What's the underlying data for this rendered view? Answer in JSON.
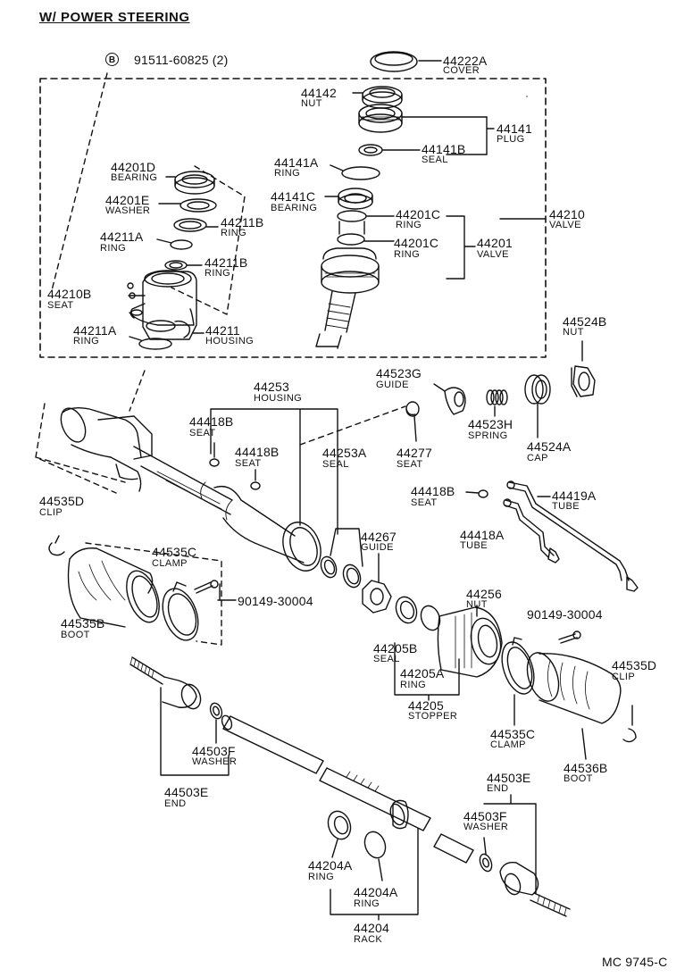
{
  "title": "W/ POWER STEERING",
  "badge": "B",
  "ref_code": "MC 9745-C",
  "parts": [
    {
      "num": "91511-60825 (2)"
    },
    {
      "num": "44222A",
      "name": "COVER"
    },
    {
      "num": "44142",
      "name": "NUT"
    },
    {
      "num": "44141",
      "name": "PLUG"
    },
    {
      "num": "44141B",
      "name": "SEAL"
    },
    {
      "num": "44141A",
      "name": "RING"
    },
    {
      "num": "44141C",
      "name": "BEARING"
    },
    {
      "num": "44201C",
      "name": "RING"
    },
    {
      "num": "44201C",
      "name": "RING"
    },
    {
      "num": "44201",
      "name": "VALVE"
    },
    {
      "num": "44210",
      "name": "VALVE"
    },
    {
      "num": "44201D",
      "name": "BEARING"
    },
    {
      "num": "44201E",
      "name": "WASHER"
    },
    {
      "num": "44211B",
      "name": "RING"
    },
    {
      "num": "44211A",
      "name": "RING"
    },
    {
      "num": "44211B",
      "name": "RING"
    },
    {
      "num": "44210B",
      "name": "SEAT"
    },
    {
      "num": "44211A",
      "name": "RING"
    },
    {
      "num": "44211",
      "name": "HOUSING"
    },
    {
      "num": "44524B",
      "name": "NUT"
    },
    {
      "num": "44523G",
      "name": "GUIDE"
    },
    {
      "num": "44253",
      "name": "HOUSING"
    },
    {
      "num": "44418B",
      "name": "SEAT"
    },
    {
      "num": "44418B",
      "name": "SEAT"
    },
    {
      "num": "44253A",
      "name": "SEAL"
    },
    {
      "num": "44277",
      "name": "SEAT"
    },
    {
      "num": "44523H",
      "name": "SPRING"
    },
    {
      "num": "44524A",
      "name": "CAP"
    },
    {
      "num": "44418B",
      "name": "SEAT"
    },
    {
      "num": "44419A",
      "name": "TUBE"
    },
    {
      "num": "44418A",
      "name": "TUBE"
    },
    {
      "num": "44535D",
      "name": "CLIP"
    },
    {
      "num": "44535C",
      "name": "CLAMP"
    },
    {
      "num": "44267",
      "name": "GUIDE"
    },
    {
      "num": "90149-30004"
    },
    {
      "num": "44535B",
      "name": "BOOT"
    },
    {
      "num": "44256",
      "name": "NUT"
    },
    {
      "num": "90149-30004"
    },
    {
      "num": "44205B",
      "name": "SEAL"
    },
    {
      "num": "44205A",
      "name": "RING"
    },
    {
      "num": "44205",
      "name": "STOPPER"
    },
    {
      "num": "44535D",
      "name": "CLIP"
    },
    {
      "num": "44535C",
      "name": "CLAMP"
    },
    {
      "num": "44536B",
      "name": "BOOT"
    },
    {
      "num": "44503F",
      "name": "WASHER"
    },
    {
      "num": "44503E",
      "name": "END"
    },
    {
      "num": "44503E",
      "name": "END"
    },
    {
      "num": "44503F",
      "name": "WASHER"
    },
    {
      "num": "44204A",
      "name": "RING"
    },
    {
      "num": "44204A",
      "name": "RING"
    },
    {
      "num": "44204",
      "name": "RACK"
    }
  ]
}
